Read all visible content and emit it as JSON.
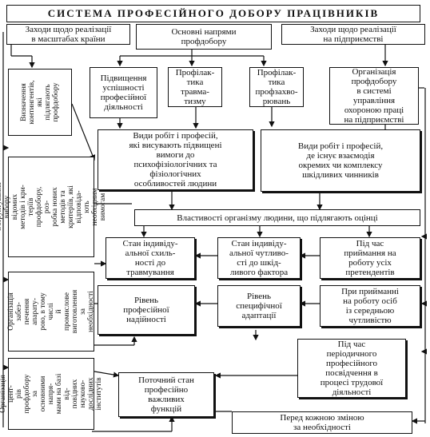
{
  "title": "СИСТЕМА ПРОФЕСІЙНОГО ДОБОРУ ПРАЦІВНИКІВ",
  "top": {
    "country": "Заходи щодо реалізації\nв масштабах країни",
    "directions": "Основні напрями\nпрофдобору",
    "enterprise": "Заходи щодо реалізації\nна підприємстві"
  },
  "directions": {
    "efficiency": "Підвищення\nуспішності\nпрофесійної\nдіяльності",
    "trauma": "Профілак-\nтика\nтравма-\nтизму",
    "occupational": "Профілак-\nтика\nпрофзахво-\nрювань",
    "organization": "Організація\nпрофдобору\nв системі\nуправління\nохороною праці\nна підприємстві"
  },
  "left": {
    "contingents": "Визначення\nконтингентів,\nякі підлягають\nпрофдобору",
    "methods": "Обґрунтування вибору\nвідомих методів і кри-\nтеріїв профдобору, роз-\nробка нових методів та\nкритеріїв, які відповіда-\nють необхідним вимогам",
    "equipment": "Організація забез-\nпечення апарату-\nрою, в тому числі\nй промислове\nвиготовлення за\nнеобхідності",
    "centers": "Організація цент-\nрів профдобору за\nосновними напря-\nмами на базі від-\nповідних науково-\nдослідних\nінститутів"
  },
  "center": {
    "works_high": "Види робіт і професій,\nякі висувають підвищені\nвимоги до\nпсихофізіологічних та\nфізіологічних\nособливостей людини",
    "works_harmful": "Види робіт і професій,\nде існує взаємодія\nокремих чи комплексу\nшкідливих чинників",
    "properties": "Властивості організму людини, що підлягають оцінці",
    "trauma_tendency": "Стан індивіду-\nальної схиль-\nності до\nтравмування",
    "sensitivity": "Стан індивіду-\nальної чутливо-\nсті до шкід-\nливого фактора",
    "reliability": "Рівень\nпрофесійної\nнадійності",
    "adaptation": "Рівень\nспецифічної\nадаптації",
    "current_state": "Поточний стан\nпрофесійно\nважливих\nфункцій"
  },
  "right": {
    "hiring_all": "Під час\nприймання на\nроботу усіх\nпретендентів",
    "hiring_sensitive": "При прийманні\nна роботу осіб\nіз середньою\nчутливістю",
    "periodic": "Під час\nперіодичного\nпрофесійного\nпосвідчення в\nпроцесі трудової\nдіяльності",
    "shift": "Перед кожною зміною\nза необхідності"
  }
}
